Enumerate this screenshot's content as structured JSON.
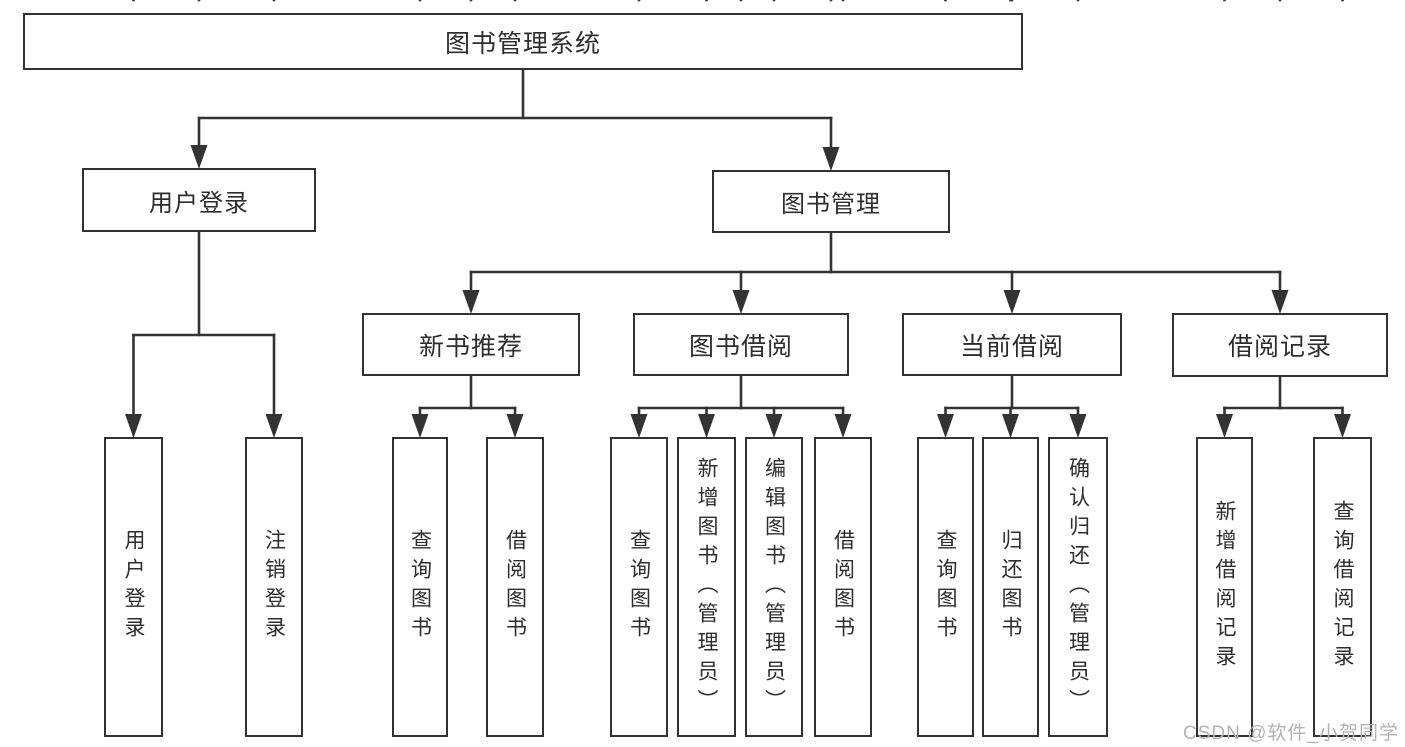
{
  "colors": {
    "line": "#333333",
    "box_border": "#333333",
    "text": "#2e2e2e",
    "watermark": "#b3b3b3",
    "background": "#ffffff"
  },
  "watermark": "CSDN @软件_小贺同学",
  "diagram": {
    "root": {
      "id": "root",
      "label": "图书管理系统",
      "children": [
        {
          "id": "user-login",
          "label": "用户登录",
          "children": [
            {
              "id": "user-login-leaf",
              "label": "用户登录"
            },
            {
              "id": "logout",
              "label": "注销登录"
            }
          ]
        },
        {
          "id": "book-mgmt",
          "label": "图书管理",
          "children": [
            {
              "id": "new-book",
              "label": "新书推荐",
              "children": [
                {
                  "id": "nb-query",
                  "label": "查询图书"
                },
                {
                  "id": "nb-borrow",
                  "label": "借阅图书"
                }
              ]
            },
            {
              "id": "book-borrow",
              "label": "图书借阅",
              "children": [
                {
                  "id": "bb-query",
                  "label": "查询图书"
                },
                {
                  "id": "bb-add",
                  "label": "新增图书（管理员）"
                },
                {
                  "id": "bb-edit",
                  "label": "编辑图书（管理员）"
                },
                {
                  "id": "bb-borrow",
                  "label": "借阅图书"
                }
              ]
            },
            {
              "id": "current-borrow",
              "label": "当前借阅",
              "children": [
                {
                  "id": "cb-query",
                  "label": "查询图书"
                },
                {
                  "id": "cb-return",
                  "label": "归还图书"
                },
                {
                  "id": "cb-confirm",
                  "label": "确认归还（管理员）"
                }
              ]
            },
            {
              "id": "borrow-record",
              "label": "借阅记录",
              "children": [
                {
                  "id": "br-add",
                  "label": "新增借阅记录"
                },
                {
                  "id": "br-query",
                  "label": "查询借阅记录"
                }
              ]
            }
          ]
        }
      ]
    }
  }
}
